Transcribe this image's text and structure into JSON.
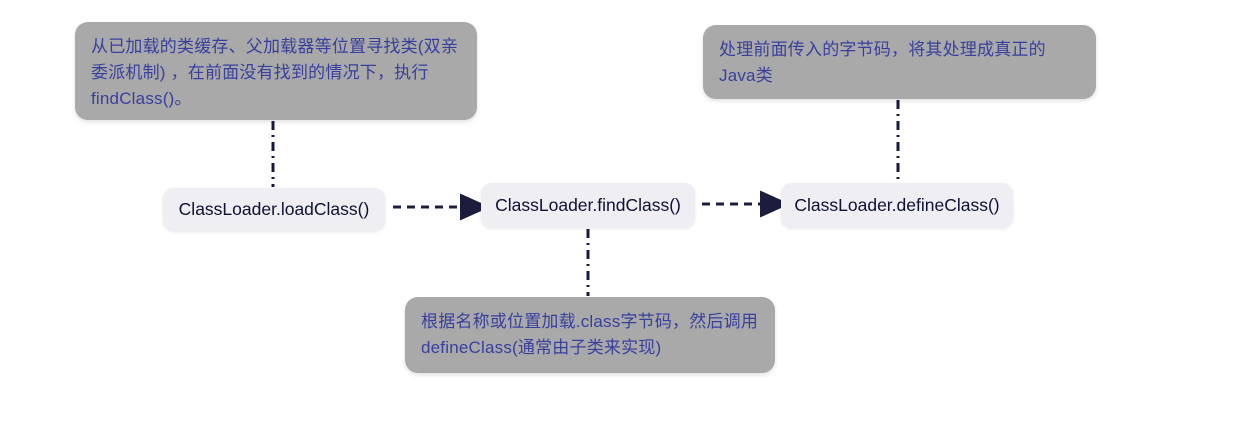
{
  "diagram": {
    "title": "ClassLoader class-loading flow",
    "annotations": {
      "load_class_note": "从已加载的类缓存、父加载器等位置寻找类(双亲委派机制) ，在前面没有找到的情况下，执行findClass()。",
      "define_class_note": "处理前面传入的字节码，将其处理成真正的Java类",
      "find_class_note": "根据名称或位置加载.class字节码，然后调用defineClass(通常由子类来实现)"
    },
    "nodes": {
      "load_class": "ClassLoader.loadClass()",
      "find_class": "ClassLoader.findClass()",
      "define_class": "ClassLoader.defineClass()"
    },
    "colors": {
      "annotation_background": "#a9a9a9",
      "annotation_text": "#3a3f9e",
      "node_background": "#efeef3",
      "node_text": "#0e1034",
      "connector": "#191940",
      "page_background": "#ffffff"
    }
  }
}
